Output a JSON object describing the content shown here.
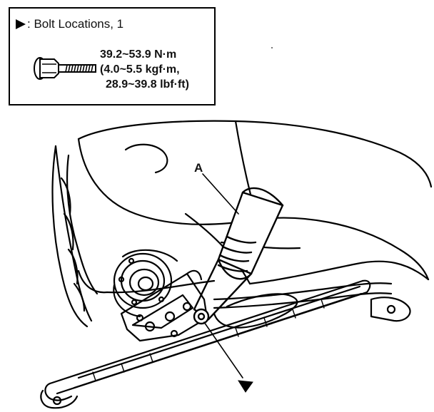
{
  "legend": {
    "title": ": Bolt Locations, 1",
    "torque_line1": "39.2~53.9 N·m",
    "torque_line2": "(4.0~5.5 kgf·m,",
    "torque_line3": "28.9~39.8 lbf·ft)"
  },
  "diagram": {
    "callout_a": "A"
  },
  "colors": {
    "line": "#000000",
    "background": "#ffffff"
  }
}
